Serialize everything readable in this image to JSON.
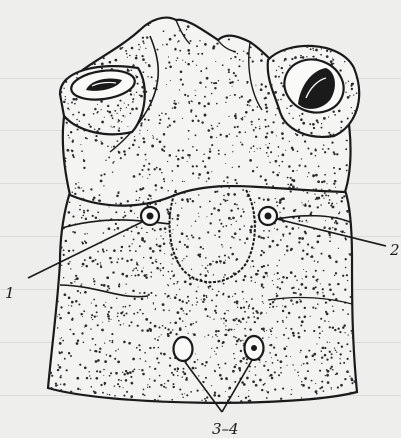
{
  "figure": {
    "labels": {
      "label_1": "1",
      "label_2": "2",
      "label_3_4": "3–4"
    },
    "colors": {
      "background": "#eeeeec",
      "ink": "#1a1a1a",
      "stipple": "#2b2b2b"
    }
  }
}
